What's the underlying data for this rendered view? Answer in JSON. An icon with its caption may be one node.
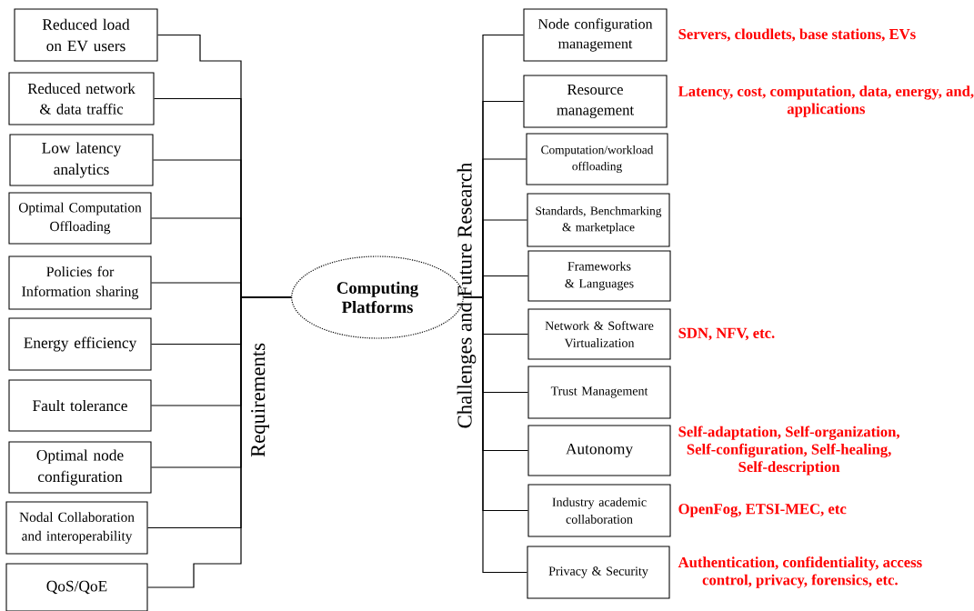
{
  "diagram": {
    "nodes": [
      {
        "text": [
          "Computing Platforms"
        ]
      },
      {
        "text": [
          "Reduced load on EV users"
        ]
      },
      {
        "text": [
          "Reduced network & data traffic"
        ]
      },
      {
        "text": [
          "Low latency analytics"
        ]
      },
      {
        "text": [
          "Optimal Computation Offloading"
        ]
      },
      {
        "text": [
          "Policies for Information sharing"
        ]
      },
      {
        "text": [
          "Energy efficiency"
        ]
      },
      {
        "text": [
          "Fault tolerance"
        ]
      },
      {
        "text": [
          "Optimal node configuration"
        ]
      },
      {
        "text": [
          "Nodal Collaboration and interoperability"
        ]
      },
      {
        "text": [
          "QoS/QoE"
        ]
      },
      {
        "text": [
          "Node configuration management"
        ],
        "beside": [
          "Servers, cloudlets, base stations, EVs"
        ]
      },
      {
        "text": [
          "Resource management"
        ],
        "beside": [
          "Latency, cost, computation, data, energy, and, applications"
        ]
      },
      {
        "text": [
          "Computation/workload offloading"
        ]
      },
      {
        "text": [
          "Standards, Benchmarking & marketplace"
        ]
      },
      {
        "text": [
          "Frameworks & Languages"
        ]
      },
      {
        "text": [
          "Network & Software Virtualization"
        ],
        "beside": [
          "SDN, NFV, etc."
        ]
      },
      {
        "text": [
          "Trust Management"
        ]
      },
      {
        "text": [
          "Autonomy"
        ],
        "beside": [
          "Self-adaptation, Self-organization, Self-configuration, Self-healing, Self-description"
        ]
      },
      {
        "text": [
          "Industry academic collaboration"
        ],
        "beside": [
          "OpenFog, ETSI-MEC, etc"
        ]
      },
      {
        "text": [
          "Privacy & Security"
        ],
        "beside": [
          "Authentication, confidentiality, access control, privacy, forensics, etc."
        ]
      }
    ],
    "edges": [
      {
        "from": 0,
        "to": 1,
        "arrow": "none"
      },
      {
        "from": 0,
        "to": 2,
        "arrow": "none"
      },
      {
        "from": 0,
        "to": 3,
        "arrow": "none"
      },
      {
        "from": 0,
        "to": 4,
        "arrow": "none"
      },
      {
        "from": 0,
        "to": 5,
        "arrow": "none"
      },
      {
        "from": 0,
        "to": 6,
        "arrow": "none"
      },
      {
        "from": 0,
        "to": 7,
        "arrow": "none"
      },
      {
        "from": 0,
        "to": 8,
        "arrow": "none"
      },
      {
        "from": 0,
        "to": 9,
        "arrow": "none"
      },
      {
        "from": 0,
        "to": 10,
        "arrow": "none"
      },
      {
        "from": 0,
        "to": 11,
        "arrow": "none"
      },
      {
        "from": 0,
        "to": 12,
        "arrow": "none"
      },
      {
        "from": 0,
        "to": 13,
        "arrow": "none"
      },
      {
        "from": 0,
        "to": 14,
        "arrow": "none"
      },
      {
        "from": 0,
        "to": 15,
        "arrow": "none"
      },
      {
        "from": 0,
        "to": 16,
        "arrow": "none"
      },
      {
        "from": 0,
        "to": 17,
        "arrow": "none"
      },
      {
        "from": 0,
        "to": 18,
        "arrow": "none"
      },
      {
        "from": 0,
        "to": 19,
        "arrow": "none"
      },
      {
        "from": 0,
        "to": 20,
        "arrow": "none"
      }
    ],
    "labels": [
      "Requirements",
      "Challenges and Future Research"
    ]
  }
}
